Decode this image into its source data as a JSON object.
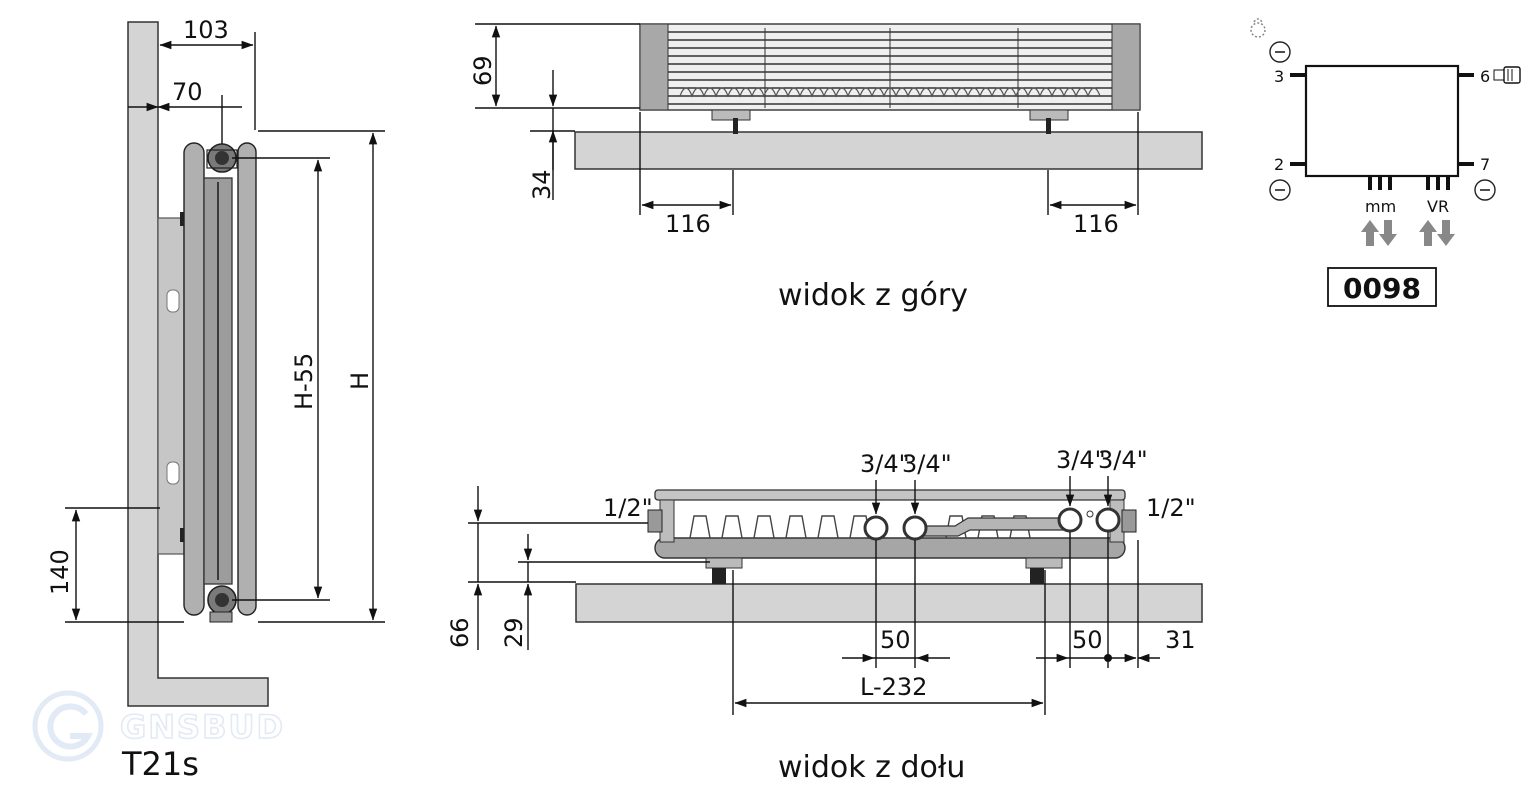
{
  "side_view": {
    "dim_103": "103",
    "dim_70": "70",
    "dim_h55": "H-55",
    "dim_h": "H",
    "dim_140": "140",
    "model": "T21s"
  },
  "top_view": {
    "dim_69": "69",
    "dim_34": "34",
    "dim_116_left": "116",
    "dim_116_right": "116",
    "caption": "widok z góry"
  },
  "bottom_view": {
    "conn_left_1": "3/4\"",
    "conn_left_2": "3/4\"",
    "conn_right_1": "3/4\"",
    "conn_right_2": "3/4\"",
    "thread_left": "1/2\"",
    "thread_right": "1/2\"",
    "dim_66": "66",
    "dim_29": "29",
    "dim_50_left": "50",
    "dim_50_right": "50",
    "dim_31": "31",
    "dim_l232": "L-232",
    "caption": "widok z dołu"
  },
  "connection_diagram": {
    "port_3": "3",
    "port_2": "2",
    "port_6": "6",
    "port_7": "7",
    "label_mm": "mm",
    "label_vr": "VR",
    "code": "0098"
  },
  "watermark": {
    "text": "GNSBUD"
  }
}
